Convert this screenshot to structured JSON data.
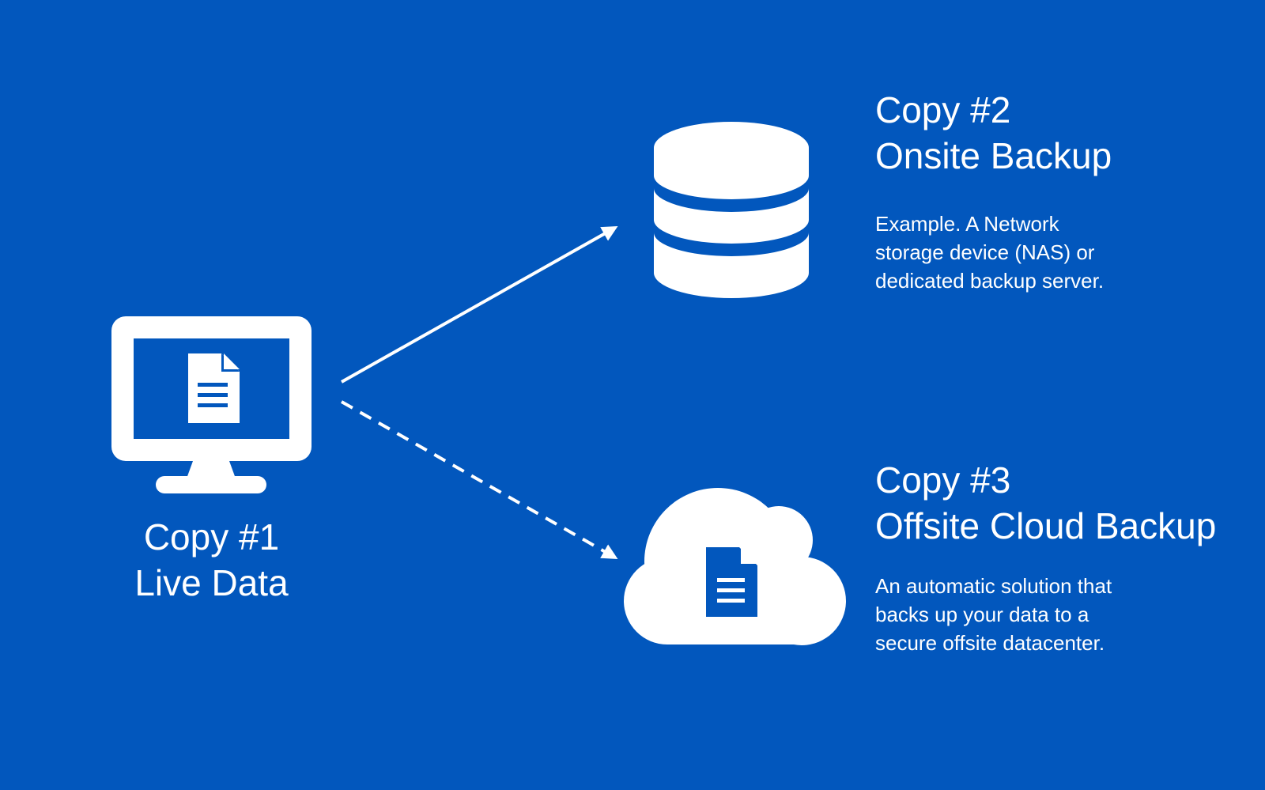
{
  "colors": {
    "background": "#0257bd",
    "foreground": "#ffffff"
  },
  "icons": {
    "live": "monitor-with-document-icon",
    "onsite": "database-icon",
    "offsite": "cloud-with-document-icon"
  },
  "connectors": {
    "onsite": "solid-arrow",
    "offsite": "dashed-arrow"
  },
  "copy1": {
    "line1": "Copy #1",
    "line2": "Live Data"
  },
  "copy2": {
    "line1": "Copy #2",
    "line2": "Onsite Backup",
    "desc1": "Example. A Network",
    "desc2": "storage device (NAS) or",
    "desc3": "dedicated backup server."
  },
  "copy3": {
    "line1": "Copy #3",
    "line2": "Offsite Cloud Backup",
    "desc1": "An automatic solution that",
    "desc2": "backs up your data to a",
    "desc3": "secure offsite datacenter."
  }
}
